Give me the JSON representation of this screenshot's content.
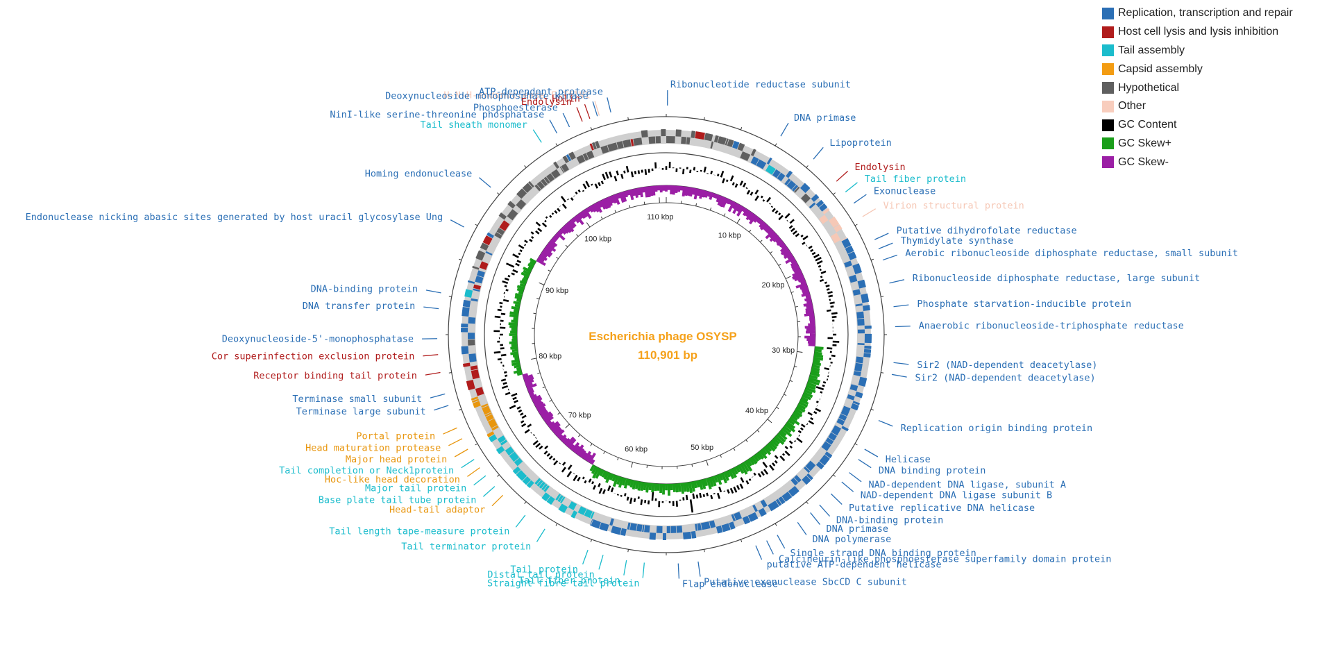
{
  "title": "Escherichia phage OSYSP",
  "length_label": "110,901 bp",
  "genome_length": 110901,
  "legend": [
    {
      "label": "Replication, transcription and repair",
      "color": "#2b6fb5"
    },
    {
      "label": "Host cell lysis and lysis inhibition",
      "color": "#b01c1c"
    },
    {
      "label": "Tail assembly",
      "color": "#1bbccc"
    },
    {
      "label": "Capsid assembly",
      "color": "#f39c12"
    },
    {
      "label": "Hypothetical",
      "color": "#5f5f5f"
    },
    {
      "label": "Other",
      "color": "#f8cdbd"
    },
    {
      "label": "GC Content",
      "color": "#000000"
    },
    {
      "label": "GC Skew+",
      "color": "#1a9e1a"
    },
    {
      "label": "GC Skew-",
      "color": "#9b1fa5"
    }
  ],
  "colors": {
    "replication": "#2b6fb5",
    "lysis": "#b01c1c",
    "tail": "#1bbccc",
    "capsid": "#e8960e",
    "hypothetical": "#5f5f5f",
    "other": "#f6c8b6",
    "gc": "#000000",
    "skew_pos": "#1a9e1a",
    "skew_neg": "#9b1fa5"
  },
  "tick_labels": [
    "10 kbp",
    "20 kbp",
    "30 kbp",
    "40 kbp",
    "50 kbp",
    "60 kbp",
    "70 kbp",
    "80 kbp",
    "90 kbp",
    "100 kbp",
    "110 kbp"
  ],
  "annotations": [
    {
      "text": "H-N-H-endonuclease F-TflVI",
      "cat": "other",
      "deg": -17
    },
    {
      "text": "ATP-dependent protease",
      "cat": "replication",
      "deg": -14
    },
    {
      "text": "Ribonucleotide reductase subunit",
      "cat": "replication",
      "deg": 0.3
    },
    {
      "text": "Holin",
      "cat": "lysis",
      "deg": -19.5
    },
    {
      "text": "Deoxynucleoside monophosphate kinase",
      "cat": "replication",
      "deg": -17.5
    },
    {
      "text": "Endolysin",
      "cat": "lysis",
      "deg": -21.5
    },
    {
      "text": "Phosphoesterase",
      "cat": "replication",
      "deg": -25
    },
    {
      "text": "NinI-like serine-threonine phosphatase",
      "cat": "replication",
      "deg": -28.5
    },
    {
      "text": "Tail sheath monomer",
      "cat": "tail",
      "deg": -33
    },
    {
      "text": "Homing endonuclease",
      "cat": "replication",
      "deg": -50
    },
    {
      "text": "Endonuclease nicking abasic sites generated by host uracil glycosylase Ung",
      "cat": "replication",
      "deg": -62
    },
    {
      "text": "DNA-binding protein",
      "cat": "replication",
      "deg": -79.5
    },
    {
      "text": "DNA transfer protein",
      "cat": "replication",
      "deg": -83.5
    },
    {
      "text": "Deoxynucleoside-5'-monophosphatase",
      "cat": "replication",
      "deg": -91
    },
    {
      "text": "Cor superinfection exclusion protein",
      "cat": "lysis",
      "deg": -95
    },
    {
      "text": "Receptor binding tail protein",
      "cat": "lysis",
      "deg": -99.5
    },
    {
      "text": "Terminase small subunit",
      "cat": "replication",
      "deg": -105
    },
    {
      "text": "Terminase large subunit",
      "cat": "replication",
      "deg": -108
    },
    {
      "text": "Portal protein",
      "cat": "capsid",
      "deg": -114
    },
    {
      "text": "Head maturation protease",
      "cat": "capsid",
      "deg": -117
    },
    {
      "text": "Major head protein",
      "cat": "capsid",
      "deg": -120
    },
    {
      "text": "Tail completion or Neck1protein",
      "cat": "tail",
      "deg": -123
    },
    {
      "text": "Hoc-like head decoration",
      "cat": "capsid",
      "deg": -125.5
    },
    {
      "text": "Major tail protein",
      "cat": "tail",
      "deg": -128
    },
    {
      "text": "Base plate tail tube protein",
      "cat": "tail",
      "deg": -131.5
    },
    {
      "text": "Head-tail adaptor",
      "cat": "capsid",
      "deg": -134.5
    },
    {
      "text": "Tail length tape-measure protein",
      "cat": "tail",
      "deg": -142
    },
    {
      "text": "Tail terminator protein",
      "cat": "tail",
      "deg": -148
    },
    {
      "text": "Tail protein",
      "cat": "tail",
      "deg": -160
    },
    {
      "text": "Distal tail protein",
      "cat": "tail",
      "deg": -164
    },
    {
      "text": "Tail fiber protein",
      "cat": "tail",
      "deg": -170
    },
    {
      "text": "Straight fibre tail protein",
      "cat": "tail",
      "deg": -174.5
    },
    {
      "text": "Putative exonuclease SbcCD C subunit",
      "cat": "replication",
      "deg": 172
    },
    {
      "text": "Flap endonuclease",
      "cat": "replication",
      "deg": 177
    },
    {
      "text": "putative ATP-dependent helicase",
      "cat": "replication",
      "deg": 157
    },
    {
      "text": "Calcineurin-like phosphoesterase superfamily domain protein",
      "cat": "replication",
      "deg": 154
    },
    {
      "text": "Single strand DNA binding protein",
      "cat": "replication",
      "deg": 151
    },
    {
      "text": "DNA polymerase",
      "cat": "replication",
      "deg": 145
    },
    {
      "text": "DNA primase",
      "cat": "replication",
      "deg": 141
    },
    {
      "text": "DNA-binding protein",
      "cat": "replication",
      "deg": 138
    },
    {
      "text": "Putative replicative DNA helicase",
      "cat": "replication",
      "deg": 134
    },
    {
      "text": "NAD-dependent DNA ligase subunit B",
      "cat": "replication",
      "deg": 130
    },
    {
      "text": "NAD-dependent DNA ligase, subunit A",
      "cat": "replication",
      "deg": 127
    },
    {
      "text": "DNA binding protein",
      "cat": "replication",
      "deg": 123
    },
    {
      "text": "Helicase",
      "cat": "replication",
      "deg": 120
    },
    {
      "text": "Replication origin binding protein",
      "cat": "replication",
      "deg": 112
    },
    {
      "text": "Sir2 (NAD-dependent deacetylase)",
      "cat": "replication",
      "deg": 100
    },
    {
      "text": "Sir2 (NAD-dependent deacetylase)",
      "cat": "replication",
      "deg": 97
    },
    {
      "text": "Anaerobic ribonucleoside-triphosphate reductase",
      "cat": "replication",
      "deg": 88
    },
    {
      "text": "Phosphate starvation-inducible protein",
      "cat": "replication",
      "deg": 83
    },
    {
      "text": "Ribonucleoside diphosphate reductase, large subunit",
      "cat": "replication",
      "deg": 77
    },
    {
      "text": "Aerobic ribonucleoside diphosphate reductase, small subunit",
      "cat": "replication",
      "deg": 71
    },
    {
      "text": "Thymidylate synthase",
      "cat": "replication",
      "deg": 68
    },
    {
      "text": "Putative dihydrofolate reductase",
      "cat": "replication",
      "deg": 65.5
    },
    {
      "text": "Virion structural protein",
      "cat": "other",
      "deg": 59
    },
    {
      "text": "Exonuclease",
      "cat": "replication",
      "deg": 55
    },
    {
      "text": "Tail fiber protein",
      "cat": "tail",
      "deg": 51.5
    },
    {
      "text": "Endolysin",
      "cat": "lysis",
      "deg": 48
    },
    {
      "text": "Lipoprotein",
      "cat": "replication",
      "deg": 40
    },
    {
      "text": "DNA primase",
      "cat": "replication",
      "deg": 30
    }
  ]
}
